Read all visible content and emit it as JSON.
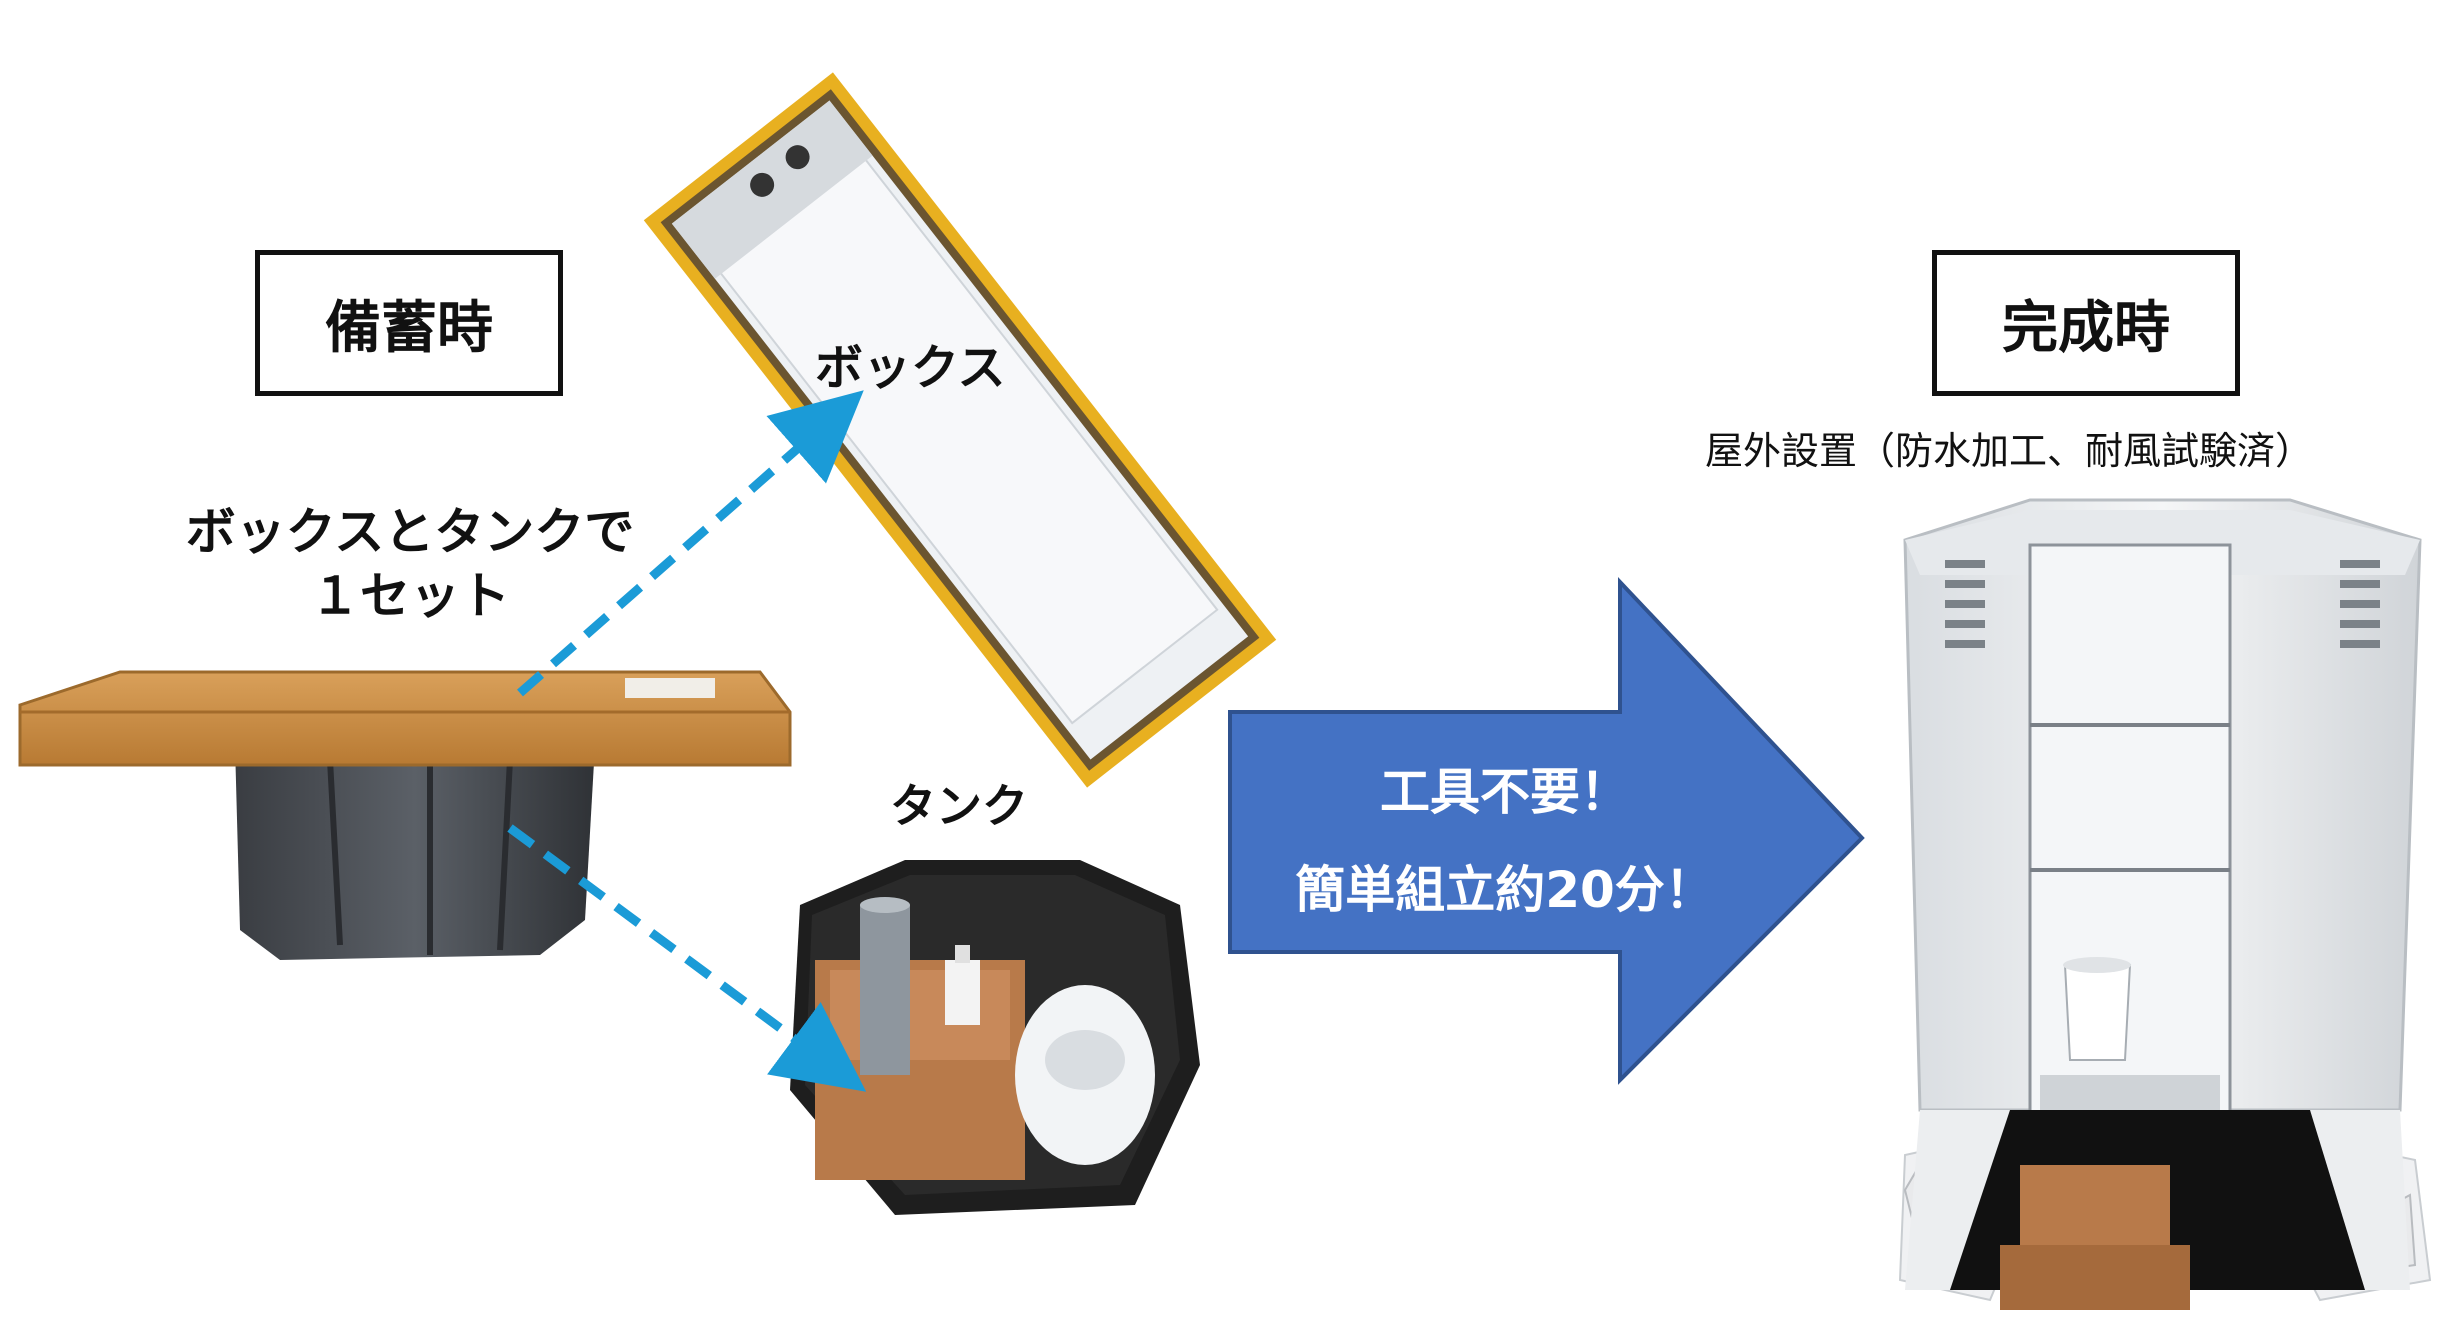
{
  "labels": {
    "storage": "備蓄時",
    "complete": "完成時",
    "set_line1": "ボックスとタンクで",
    "set_line2": "１セット",
    "box": "ボックス",
    "tank": "タンク",
    "outdoor": "屋外設置（防水加工、耐風試験済）"
  },
  "arrow": {
    "line1": "工具不要！",
    "line2": "簡単組立約20分！"
  },
  "colors": {
    "arrow_fill": "#4472C4",
    "arrow_stroke": "#2F528F",
    "dash_arrow": "#1B9BD7",
    "cardboard": "#C98B3E",
    "tank_black": "#1E1E1E",
    "toilet_white": "#F2F4F6"
  }
}
